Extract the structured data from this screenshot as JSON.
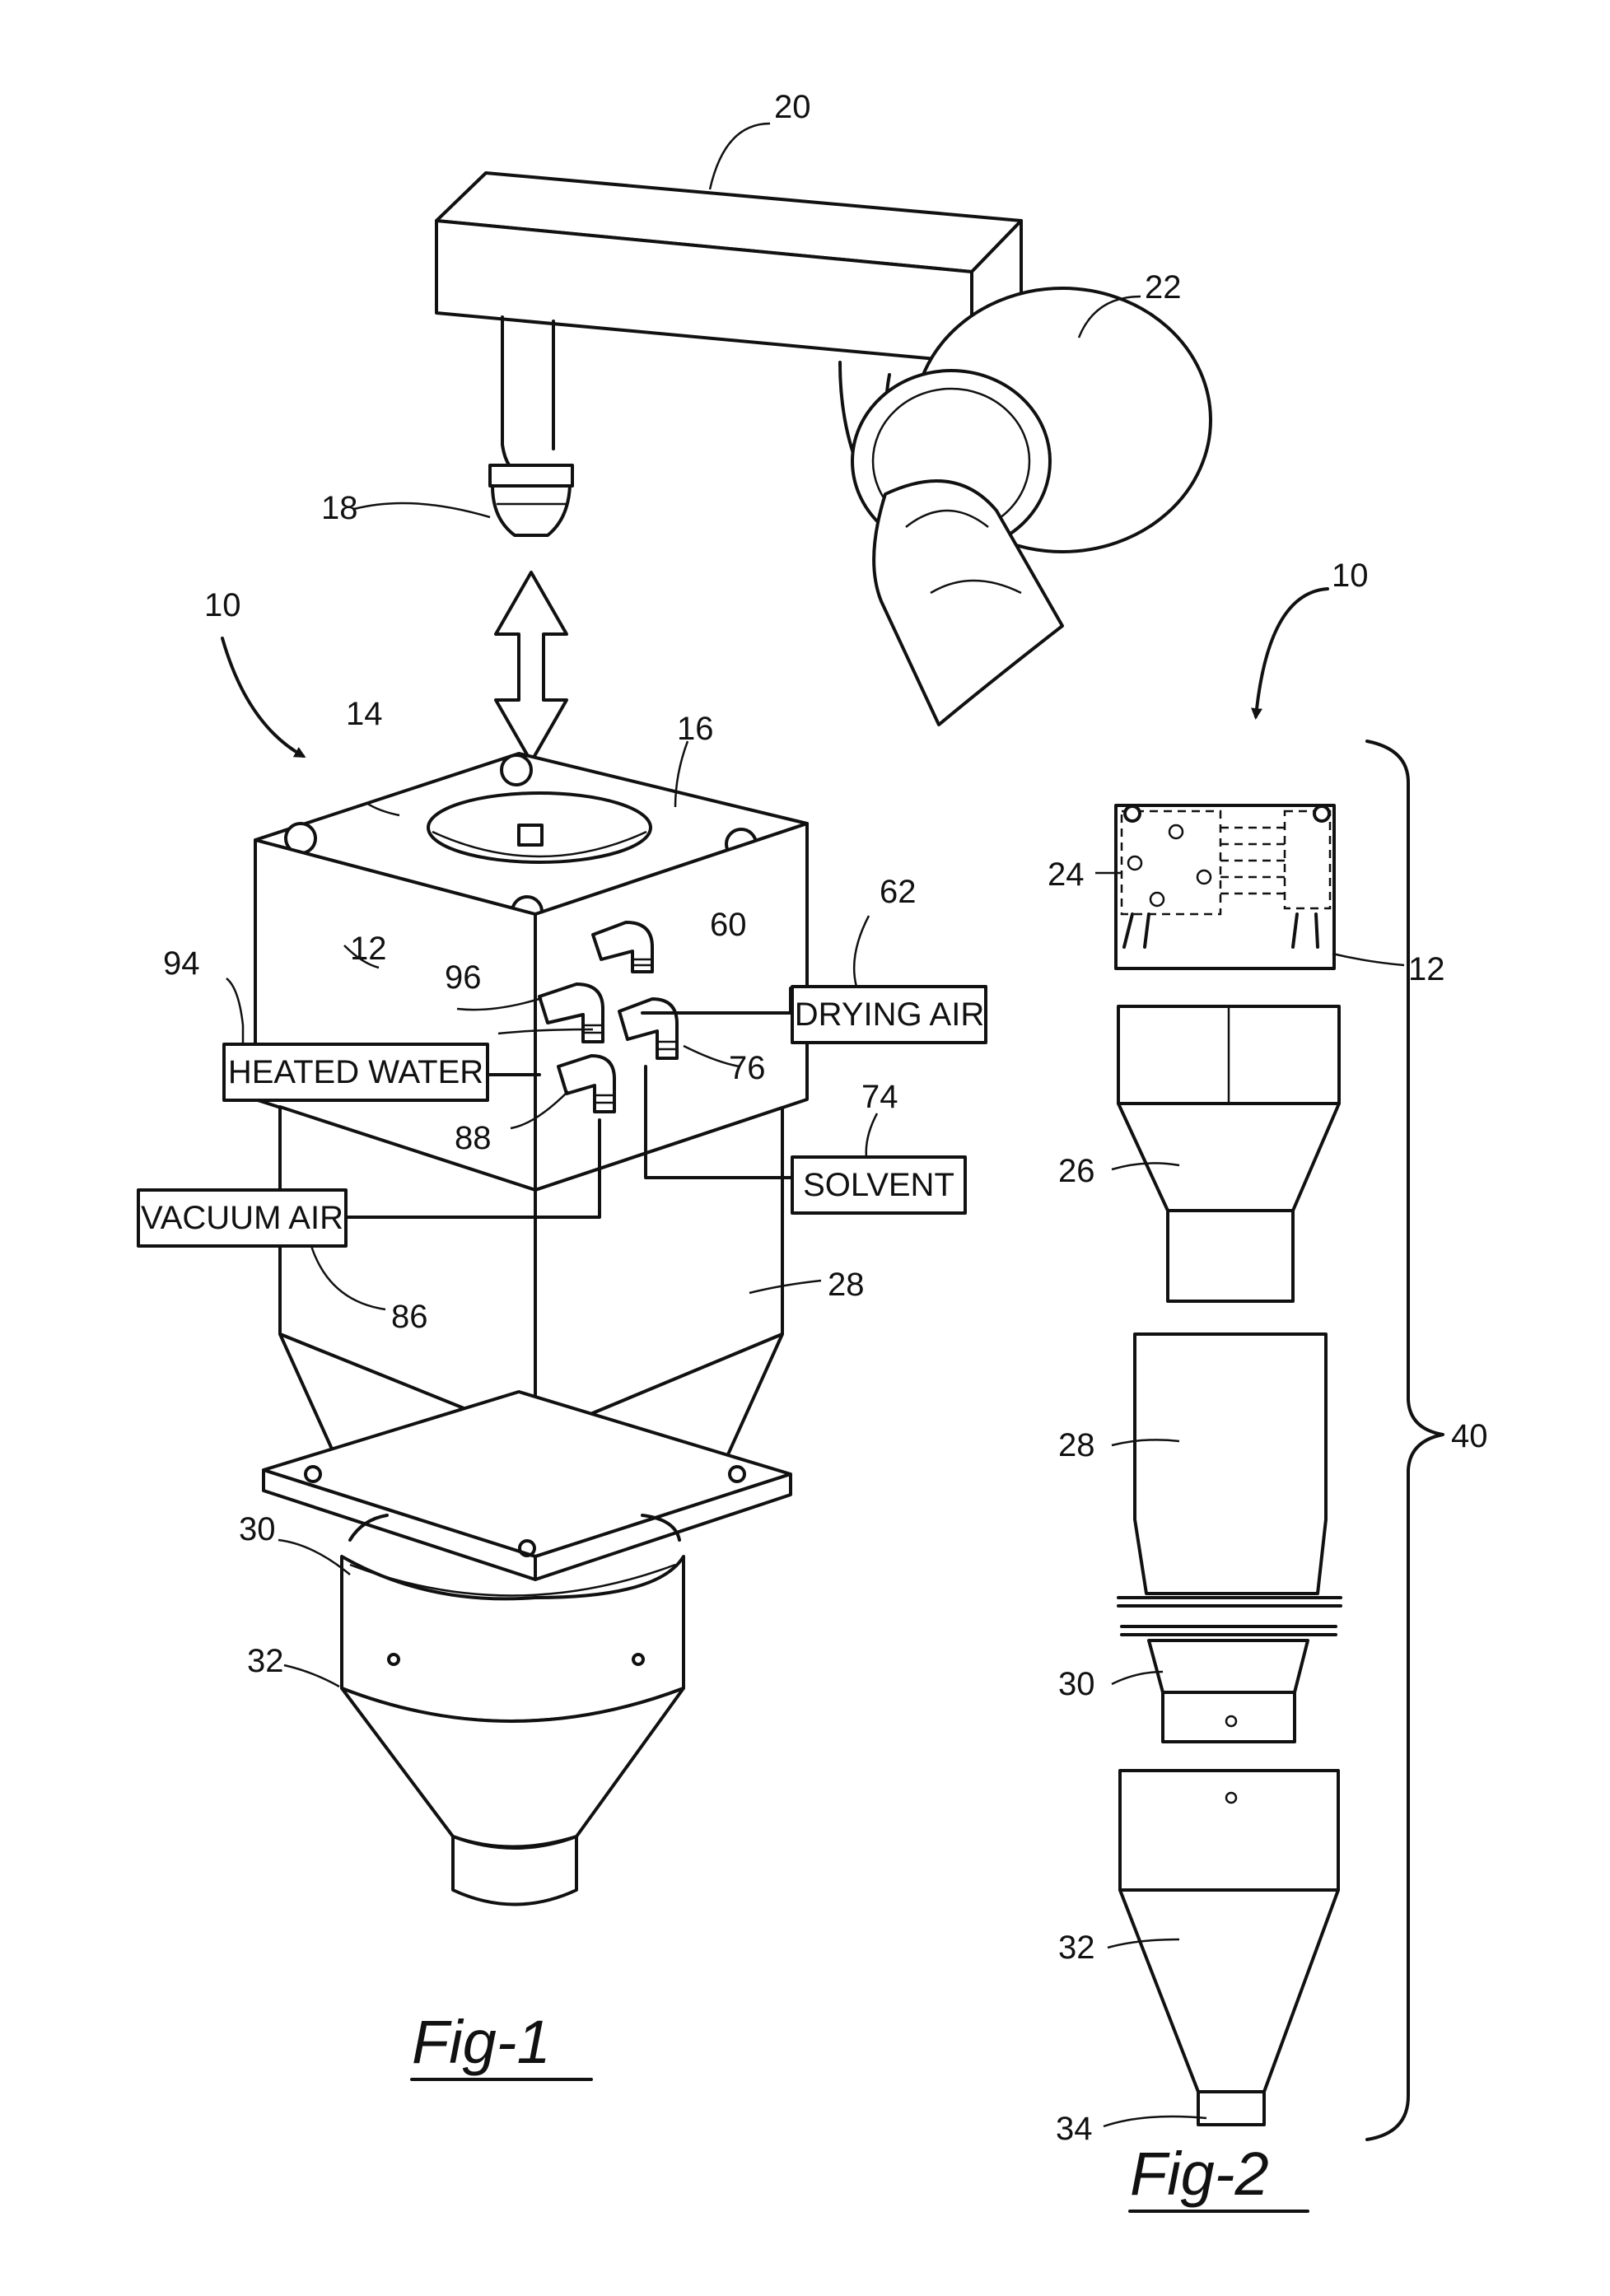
{
  "labels": {
    "heated_water": "HEATED WATER",
    "drying_air": "DRYING AIR",
    "vacuum_air": "VACUUM AIR",
    "solvent": "SOLVENT"
  },
  "figures": {
    "fig1": "Fig-1",
    "fig2": "Fig-2"
  },
  "refs": {
    "r20": "20",
    "r22": "22",
    "r18": "18",
    "r10_fig1": "10",
    "r14": "14",
    "r16": "16",
    "r12_fig1": "12",
    "r94": "94",
    "r96": "96",
    "r60": "60",
    "r62": "62",
    "r76": "76",
    "r74": "74",
    "r88": "88",
    "r86": "86",
    "r28_fig1": "28",
    "r30_fig1": "30",
    "r32_fig1": "32",
    "r10_fig2": "10",
    "r24": "24",
    "r12_fig2": "12",
    "r26": "26",
    "r28_fig2": "28",
    "r40": "40",
    "r30_fig2": "30",
    "r32_fig2": "32",
    "r34": "34"
  }
}
